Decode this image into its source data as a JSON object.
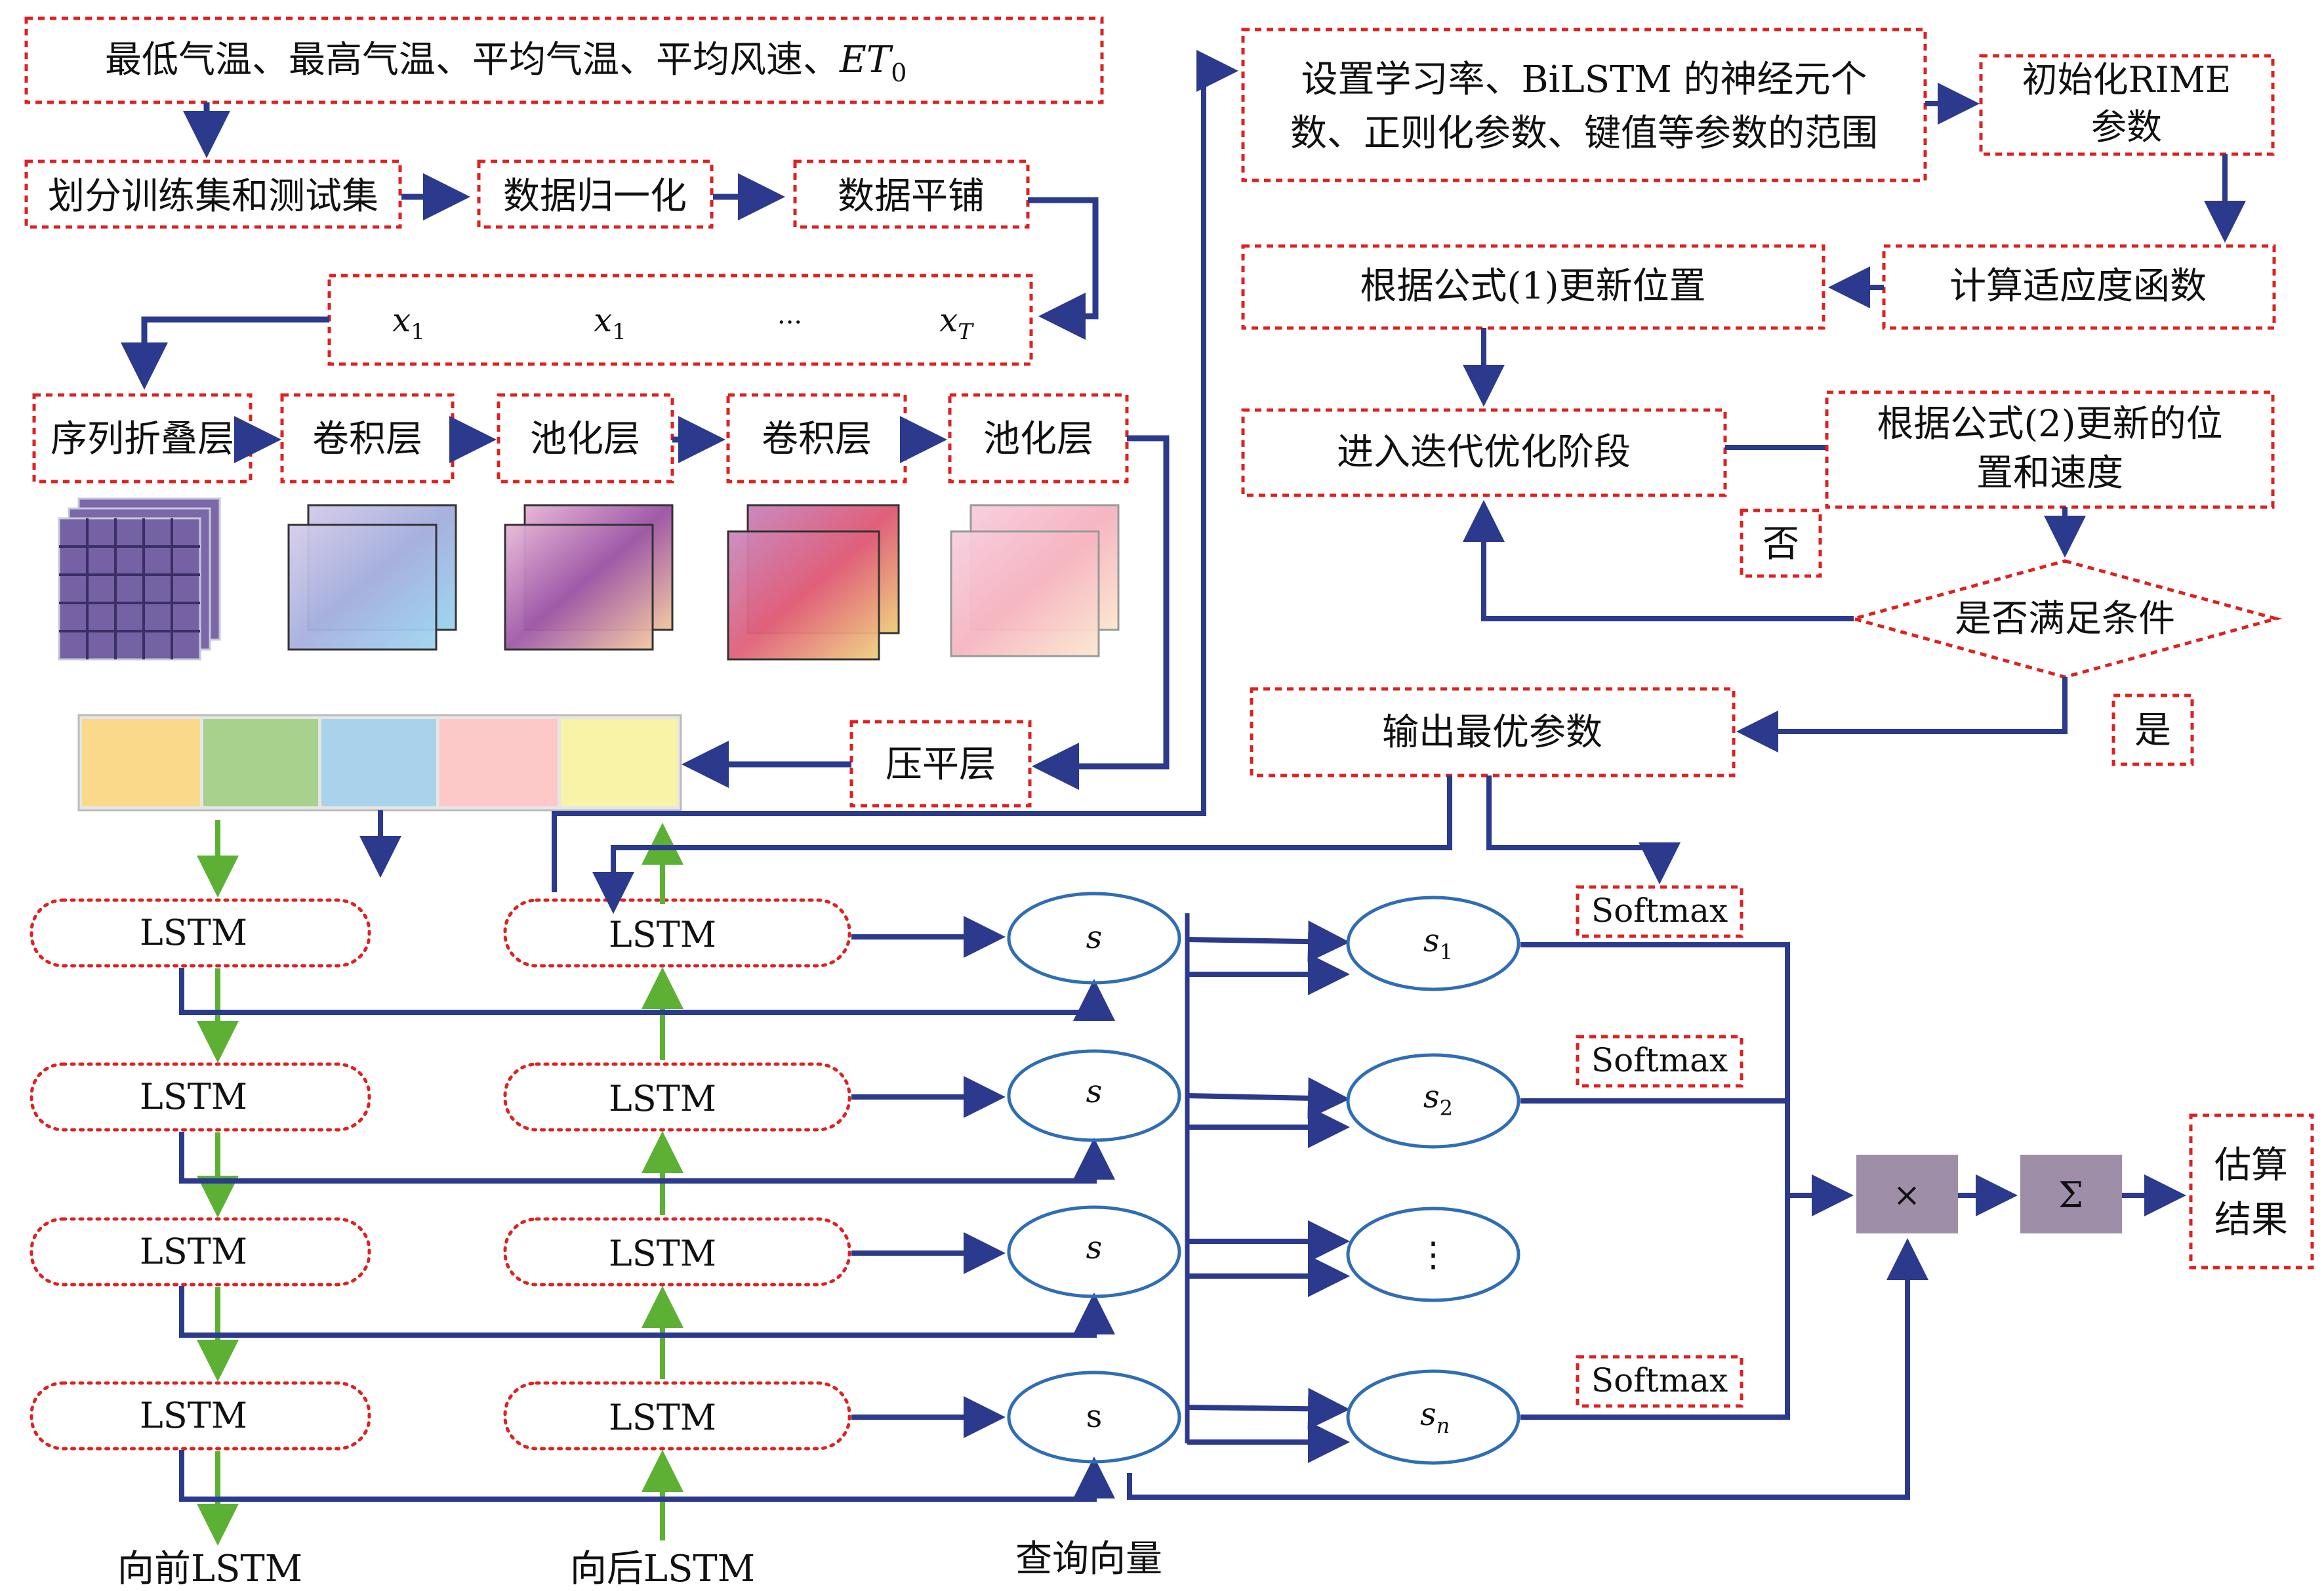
{
  "boxes": {
    "input_vars": "最低气温、最高气温、平均气温、平均风速、",
    "input_et": "ET",
    "input_et_sub": "0",
    "split": "划分训练集和测试集",
    "normalize": "数据归一化",
    "tile": "数据平铺",
    "seq_fold": "序列折叠层",
    "conv1": "卷积层",
    "pool1": "池化层",
    "conv2": "卷积层",
    "pool2": "池化层",
    "flatten": "压平层",
    "set_range_l1": "设置学习率、BiLSTM 的神经元个",
    "set_range_l2": "数、正则化参数、键值等参数的范围",
    "init_rime_l1": "初始化RIME",
    "init_rime_l2": "参数",
    "fitness": "计算适应度函数",
    "update1": "根据公式(1)更新位置",
    "enter_iter": "进入迭代优化阶段",
    "update2_l1": "根据公式(2)更新的位",
    "update2_l2": "置和速度",
    "condition": "是否满足条件",
    "no": "否",
    "yes": "是",
    "output_opt": "输出最优参数",
    "estimate_l1": "估算",
    "estimate_l2": "结果"
  },
  "sequence": {
    "x": "x",
    "items": [
      {
        "sub": "1"
      },
      {
        "sub": "1"
      },
      {
        "ellipsis": "···"
      },
      {
        "sub": "T"
      }
    ]
  },
  "lstm": {
    "label": "LSTM",
    "forward_label": "向前LSTM",
    "backward_label": "向后LSTM"
  },
  "attention": {
    "s_labels": [
      "s",
      "s",
      "s",
      "s"
    ],
    "out_base": "s",
    "out_subs": [
      "1",
      "2",
      "n"
    ],
    "dots": "⋮",
    "softmax": "Softmax",
    "query": "查询向量",
    "multiply": "×",
    "sum": "Σ"
  },
  "colors": {
    "arrow_blue": "#2b3a8c",
    "dash_red": "#e02020",
    "green": "#5cb135",
    "op_box": "#9e8ea8",
    "feature_strip": [
      "#fad98a",
      "#a9d18e",
      "#a9d3ea",
      "#fdc8c8",
      "#f8f3a6"
    ]
  }
}
